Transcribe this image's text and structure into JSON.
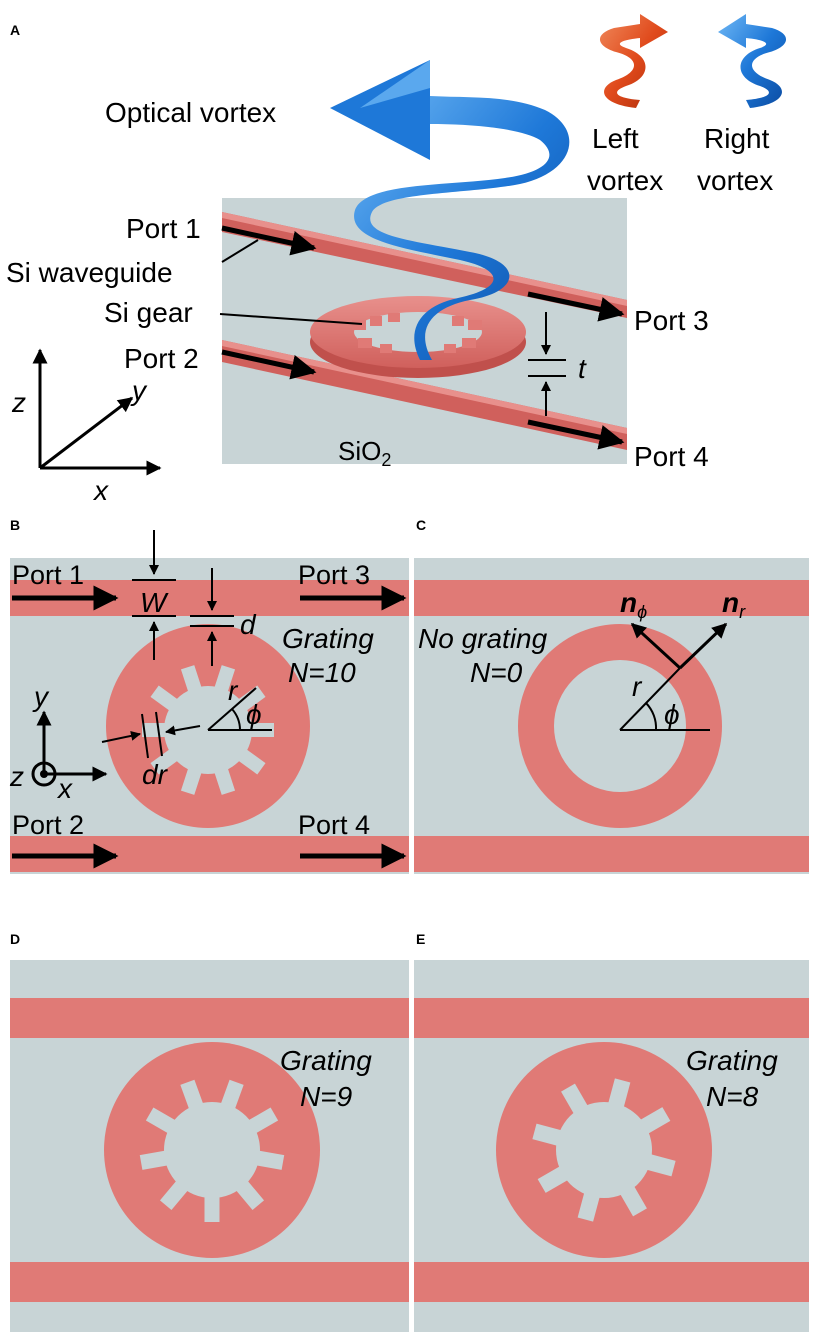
{
  "panels": {
    "A": {
      "letter": "A",
      "optical_vortex": "Optical vortex",
      "left_vortex_line1": "Left",
      "left_vortex_line2": "vortex",
      "right_vortex_line1": "Right",
      "right_vortex_line2": "vortex",
      "port1": "Port 1",
      "si_waveguide": "Si waveguide",
      "si_gear": "Si gear",
      "port2": "Port 2",
      "port3": "Port 3",
      "port4": "Port 4",
      "t": "t",
      "sio2_main": "SiO",
      "sio2_sub": "2",
      "axis_z": "z",
      "axis_y": "y",
      "axis_x": "x"
    },
    "B": {
      "letter": "B",
      "port1": "Port 1",
      "port2": "Port 2",
      "port3": "Port 3",
      "port4": "Port 4",
      "W": "W",
      "d": "d",
      "r": "r",
      "phi": "ϕ",
      "dr": "dr",
      "grating_line1": "Grating",
      "grating_line2": "N=10",
      "axis_y": "y",
      "axis_z": "z",
      "axis_x": "x"
    },
    "C": {
      "letter": "C",
      "no_grating_line1": "No grating",
      "no_grating_line2": "N=0",
      "n_phi_main": "n",
      "n_phi_sub": "ϕ",
      "n_r_main": "n",
      "n_r_sub": "r",
      "r": "r",
      "phi": "ϕ"
    },
    "D": {
      "letter": "D",
      "grating_line1": "Grating",
      "grating_line2": "N=9",
      "teeth": 9
    },
    "E": {
      "letter": "E",
      "grating_line1": "Grating",
      "grating_line2": "N=8",
      "teeth": 8
    }
  },
  "colors": {
    "substrate": "#c8d4d6",
    "silicon": "#e07a76",
    "vortex_left": "#e04a1c",
    "vortex_right": "#1e78d8"
  }
}
